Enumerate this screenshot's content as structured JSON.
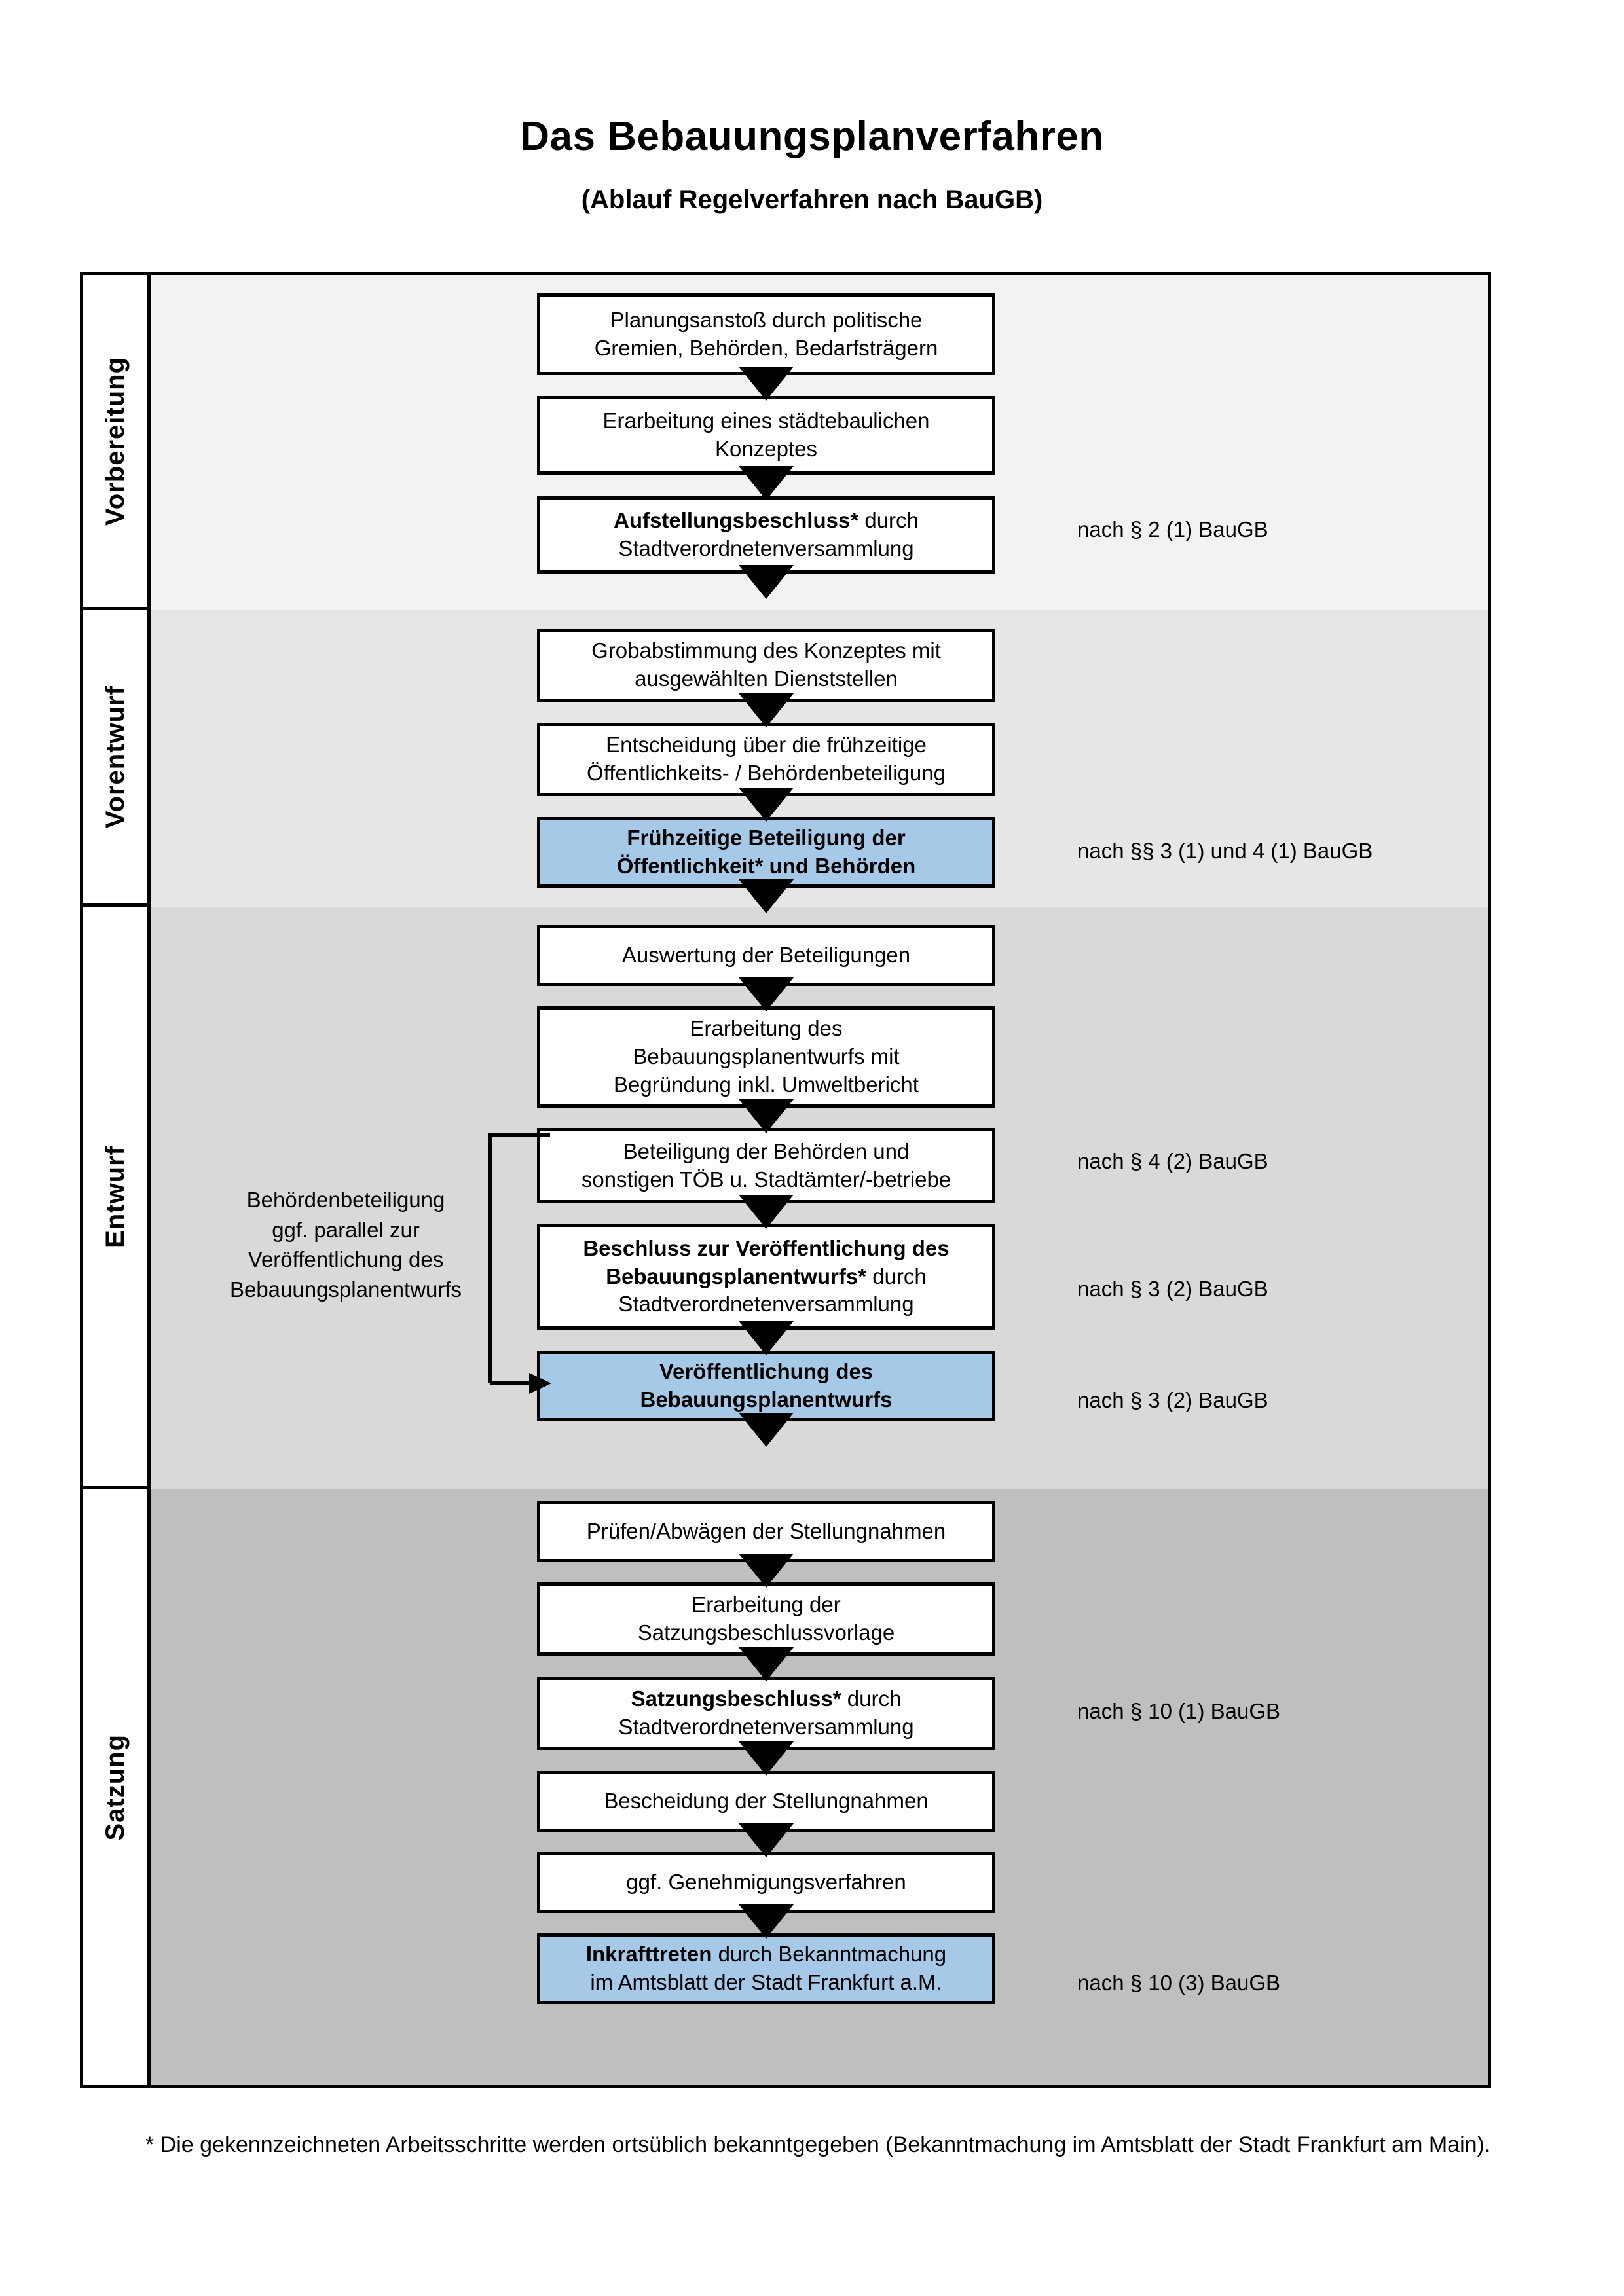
{
  "document": {
    "title": "Das Bebauungsplanverfahren",
    "subtitle": "(Ablauf Regelverfahren nach BauGB)",
    "footnote": "* Die gekennzeichneten Arbeitsschritte werden ortsüblich bekanntgegeben (Bekanntmachung im Amtsblatt  der Stadt Frankfurt am Main)."
  },
  "colors": {
    "highlight_blue": "#a6c9e8",
    "band_vorbereitung": "#f2f2f2",
    "band_vorentwurf": "#e6e6e6",
    "band_entwurf": "#d9d9d9",
    "band_satzung": "#bfbfbf",
    "line": "#000000"
  },
  "phases": [
    {
      "label": "Vorbereitung"
    },
    {
      "label": "Vorentwurf"
    },
    {
      "label": "Entwurf"
    },
    {
      "label": "Satzung"
    }
  ],
  "steps": {
    "s1": {
      "line1": "Planungsanstoß durch politische",
      "line2": "Gremien, Behörden, Bedarfsträgern"
    },
    "s2": {
      "line1": "Erarbeitung eines städtebaulichen",
      "line2": "Konzeptes"
    },
    "s3": {
      "bold": "Aufstellungsbeschluss*",
      "rest": " durch",
      "line2": "Stadtverordnetenversammlung"
    },
    "s4": {
      "line1": "Grobabstimmung des Konzeptes mit",
      "line2": "ausgewählten Dienststellen"
    },
    "s5": {
      "line1": "Entscheidung über die frühzeitige",
      "line2": "Öffentlichkeits- / Behördenbeteiligung"
    },
    "s6": {
      "line1": "Frühzeitige Beteiligung der",
      "line2": "Öffentlichkeit* und Behörden"
    },
    "s7": {
      "line1": "Auswertung der Beteiligungen"
    },
    "s8": {
      "line1": "Erarbeitung des",
      "line2": "Bebauungsplanentwurfs mit",
      "line3": "Begründung inkl. Umweltbericht"
    },
    "s9": {
      "line1": "Beteiligung der Behörden und",
      "line2": "sonstigen TÖB u. Stadtämter/-betriebe"
    },
    "s10": {
      "bold1": "Beschluss zur Veröffentlichung des",
      "bold2": "Bebauungsplanentwurfs*",
      "rest": " durch",
      "line3": "Stadtverordnetenversammlung"
    },
    "s11": {
      "line1": "Veröffentlichung des",
      "line2": "Bebauungsplanentwurfs"
    },
    "s12": {
      "line1": "Prüfen/Abwägen der Stellungnahmen"
    },
    "s13": {
      "line1": "Erarbeitung der",
      "line2": "Satzungsbeschlussvorlage"
    },
    "s14": {
      "bold": "Satzungsbeschluss*",
      "rest": " durch",
      "line2": "Stadtverordnetenversammlung"
    },
    "s15": {
      "line1": "Bescheidung der Stellungnahmen"
    },
    "s16": {
      "line1": "ggf. Genehmigungsverfahren"
    },
    "s17": {
      "bold": "Inkrafttreten",
      "rest": " durch Bekanntmachung",
      "line2": "im Amtsblatt der Stadt Frankfurt a.M."
    }
  },
  "legal_notes": {
    "n1": "nach § 2 (1) BauGB",
    "n2": "nach §§ 3 (1) und 4 (1) BauGB",
    "n3": "nach § 4 (2) BauGB",
    "n4": "nach § 3 (2) BauGB",
    "n5": "nach § 3 (2) BauGB",
    "n6": "nach § 10 (1) BauGB",
    "n7": "nach § 10 (3) BauGB"
  },
  "side_note": {
    "line1": "Behördenbeteiligung",
    "line2": "ggf. parallel zur",
    "line3": "Veröffentlichung des",
    "line4": "Bebauungsplanentwurfs"
  }
}
